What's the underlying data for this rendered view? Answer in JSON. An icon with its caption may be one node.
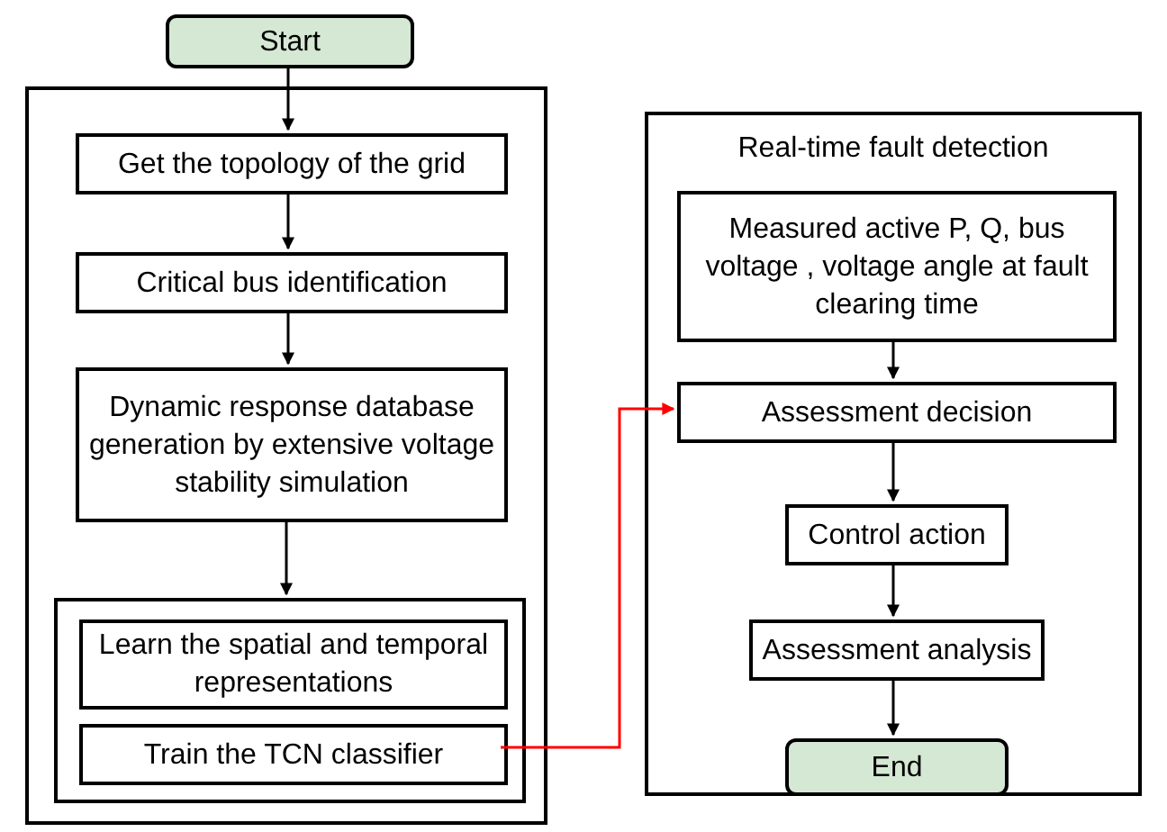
{
  "diagram": {
    "nodes": [
      {
        "text": [
          "Start"
        ]
      },
      {
        "text": [],
        "shape": "box"
      },
      {
        "text": [
          "Get the topology of the grid"
        ],
        "in": 1
      },
      {
        "text": [
          "Critical bus identification"
        ],
        "in": 1
      },
      {
        "text": [
          "Dynamic response database generation by extensive voltage stability simulation"
        ],
        "in": 1
      },
      {
        "text": [],
        "shape": "box",
        "in": 1
      },
      {
        "text": [
          "Learn the spatial and temporal representations"
        ],
        "in": 5
      },
      {
        "text": [
          "Train the TCN classifier"
        ],
        "in": 5
      },
      {
        "text": [
          "Real-time fault detection"
        ]
      },
      {
        "text": [
          "Measured active P, Q, bus voltage , voltage angle at fault clearing time"
        ],
        "in": 8
      },
      {
        "text": [
          "Assessment decision"
        ],
        "in": 8
      },
      {
        "text": [
          "Control action"
        ],
        "in": 8
      },
      {
        "text": [
          "Assessment analysis"
        ],
        "in": 8
      },
      {
        "text": [
          "End"
        ],
        "in": 8
      }
    ],
    "edges": [
      {
        "from": 0,
        "to": 2,
        "arrow": "to"
      },
      {
        "from": 2,
        "to": 3,
        "arrow": "to"
      },
      {
        "from": 3,
        "to": 4,
        "arrow": "to"
      },
      {
        "from": 4,
        "to": 5,
        "arrow": "to"
      },
      {
        "from": 7,
        "to": 10,
        "arrow": "to",
        "color": "#ff0000"
      },
      {
        "from": 9,
        "to": 10,
        "arrow": "to"
      },
      {
        "from": 10,
        "to": 11,
        "arrow": "to"
      },
      {
        "from": 11,
        "to": 12,
        "arrow": "to"
      },
      {
        "from": 12,
        "to": 13,
        "arrow": "to"
      }
    ]
  }
}
